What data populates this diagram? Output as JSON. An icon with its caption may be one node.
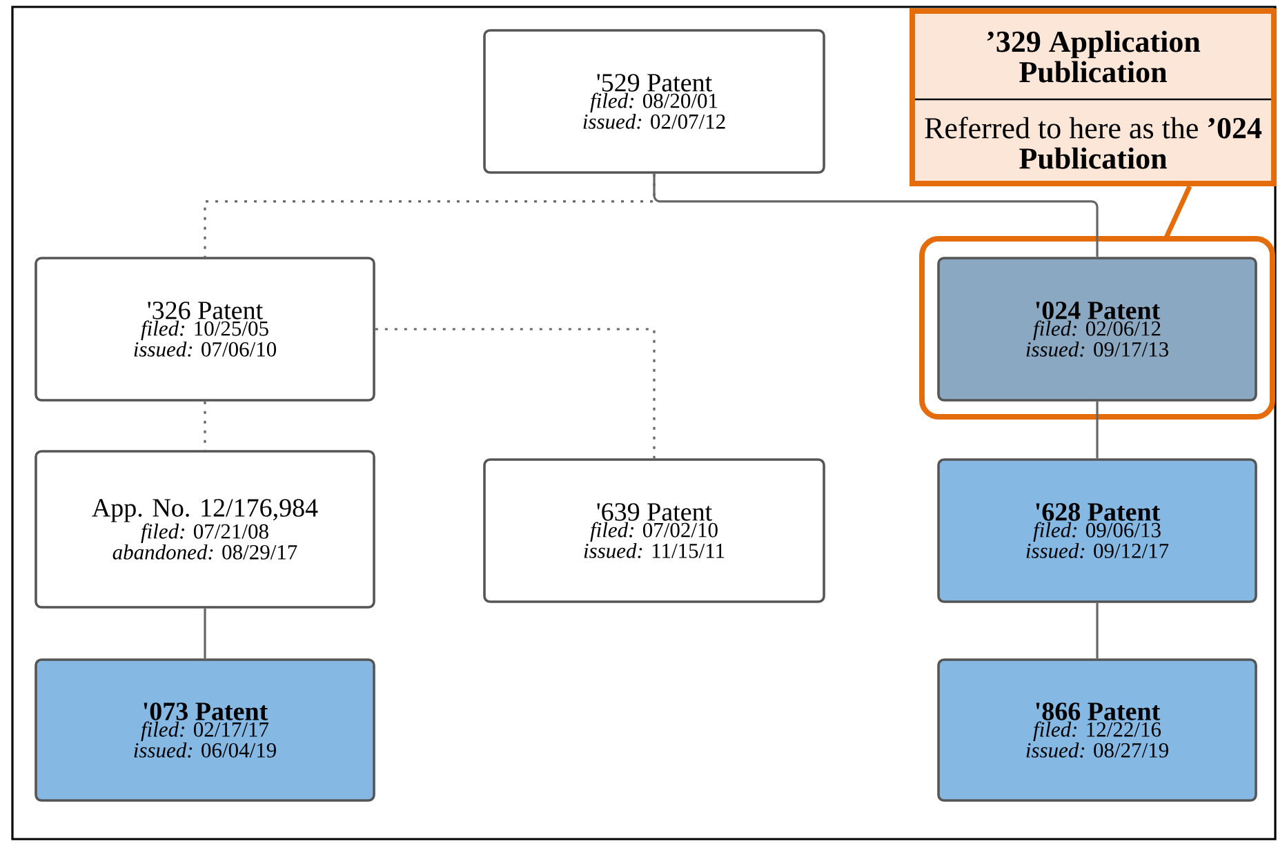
{
  "diagram": {
    "nodes": [
      {
        "text": [
          "'529 Patent",
          "*filed:* 08/20/01",
          "*issued:* 02/07/12"
        ]
      },
      {
        "text": [
          "’329 Application Publication",
          "Referred to here as the **’024 Publication**"
        ]
      },
      {
        "text": [
          "'326 Patent",
          "*filed:* 10/25/05",
          "*issued:* 07/06/10"
        ]
      },
      {
        "text": [
          "'024 Patent",
          "*filed:* 02/06/12",
          "*issued:* 09/17/13"
        ]
      },
      {
        "text": [
          "App. No. 12/176,984",
          "*filed:* 07/21/08",
          "*abandoned:* 08/29/17"
        ]
      },
      {
        "text": [
          "'639 Patent",
          "*filed:* 07/02/10",
          "*issued:* 11/15/11"
        ]
      },
      {
        "text": [
          "'628 Patent",
          "*filed:* 09/06/13",
          "*issued:* 09/12/17"
        ]
      },
      {
        "text": [
          "'073 Patent",
          "*filed:* 02/17/17",
          "*issued:* 06/04/19"
        ]
      },
      {
        "text": [
          "'866 Patent",
          "*filed:* 12/22/16",
          "*issued:* 08/27/19"
        ]
      }
    ],
    "edges": [
      {
        "from": 0,
        "to": 2,
        "arrow": "none",
        "style": "dashed"
      },
      {
        "from": 0,
        "to": 3,
        "arrow": "none"
      },
      {
        "from": 2,
        "to": 5,
        "arrow": "none",
        "style": "dashed"
      },
      {
        "from": 2,
        "to": 4,
        "arrow": "none",
        "style": "dashed"
      },
      {
        "from": 4,
        "to": 7,
        "arrow": "none"
      },
      {
        "from": 3,
        "to": 6,
        "arrow": "none"
      },
      {
        "from": 6,
        "to": 8,
        "arrow": "none"
      },
      {
        "from": 1,
        "to": 3,
        "arrow": "none",
        "style": "thick",
        "color": "#e46c0a"
      }
    ]
  }
}
